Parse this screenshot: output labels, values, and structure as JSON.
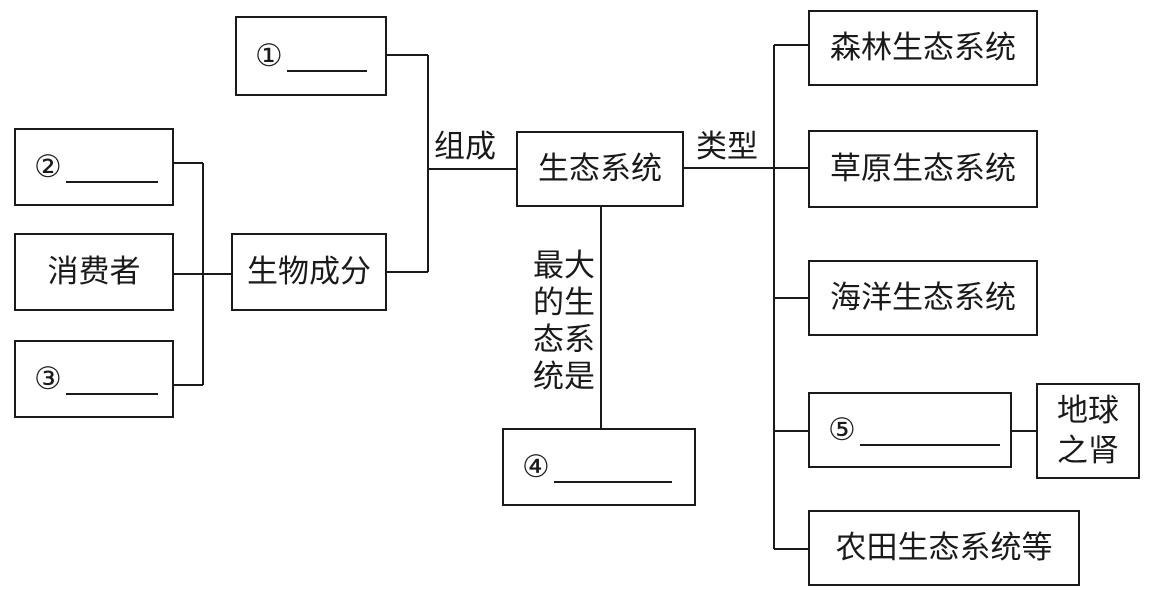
{
  "center": "生态系统",
  "relations": {
    "composition": "组成",
    "types": "类型",
    "largest": [
      "最大",
      "的生",
      "态系",
      "统是"
    ]
  },
  "composition": {
    "blank_1": "①",
    "biotic": "生物成分",
    "blank_2": "②",
    "consumer": "消费者",
    "blank_3": "③"
  },
  "largest_blank": "④",
  "types": {
    "forest": "森林生态系统",
    "grassland": "草原生态系统",
    "ocean": "海洋生态系统",
    "blank_5": "⑤",
    "blank_5_note": [
      "地球",
      "之肾"
    ],
    "farmland": "农田生态系统等"
  }
}
